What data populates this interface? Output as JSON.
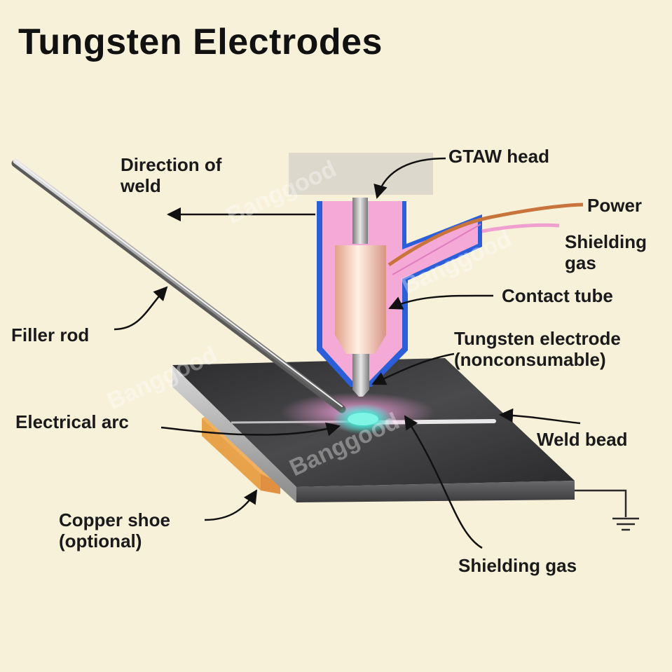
{
  "title": "Tungsten Electrodes",
  "labels": {
    "direction_of_weld": [
      "Direction of",
      "weld"
    ],
    "gtaw_head": "GTAW head",
    "power": "Power",
    "shielding_gas_supply": [
      "Shielding",
      "gas"
    ],
    "contact_tube": "Contact tube",
    "filler_rod": "Filler rod",
    "tungsten_electrode": [
      "Tungsten electrode",
      "(nonconsumable)"
    ],
    "electrical_arc": "Electrical arc",
    "weld_bead": "Weld bead",
    "copper_shoe": [
      "Copper shoe",
      "(optional)"
    ],
    "shielding_gas": "Shielding gas"
  },
  "watermark": "Banggood",
  "colors": {
    "background": "#f7f1da",
    "nozzle_pink": "#f2a6d3",
    "nozzle_outline": "#2b5fd9",
    "power_cable": "#c8743a",
    "gas_hose": "#f0a0d0",
    "plate_top": "#3a3a3c",
    "copper": "#e8a24a",
    "arc": "#40e0d0"
  }
}
